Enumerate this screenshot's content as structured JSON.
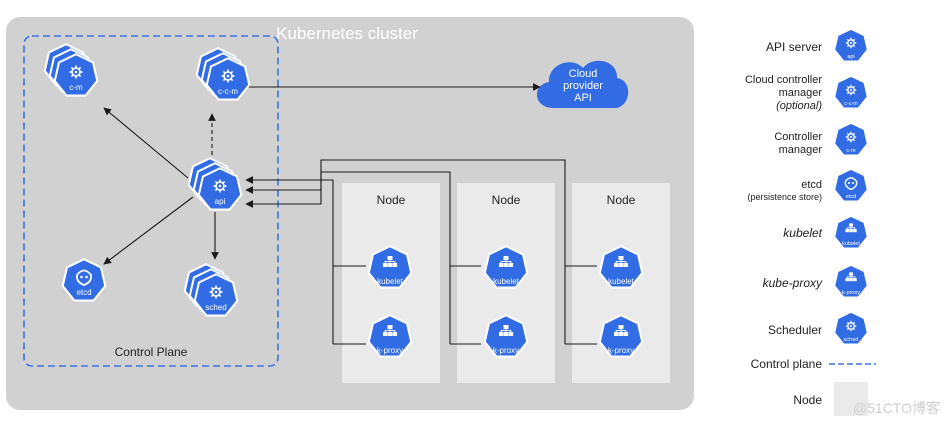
{
  "diagram": {
    "cluster_title": "Kubernetes cluster",
    "control_plane_label": "Control Plane",
    "cloud_label_lines": [
      "Cloud",
      "provider",
      "API"
    ],
    "components": {
      "cm": "c-m",
      "ccm": "c-c-m",
      "api": "api",
      "etcd": "etcd",
      "sched": "sched"
    },
    "nodes": [
      {
        "title": "Node",
        "kubelet": "kubelet",
        "kproxy": "k-proxy"
      },
      {
        "title": "Node",
        "kubelet": "kubelet",
        "kproxy": "k-proxy"
      },
      {
        "title": "Node",
        "kubelet": "kubelet",
        "kproxy": "k-proxy"
      }
    ]
  },
  "legend": {
    "api_server": "API server",
    "ccm_line1": "Cloud controller",
    "ccm_line2": "manager",
    "ccm_line3": "(optional)",
    "cm_line1": "Controller",
    "cm_line2": "manager",
    "etcd_line1": "etcd",
    "etcd_line2": "(persistence store)",
    "kubelet": "kubelet",
    "kube_proxy": "kube-proxy",
    "scheduler": "Scheduler",
    "control_plane": "Control plane",
    "node": "Node",
    "icon_labels": {
      "api": "api",
      "ccm": "c-c-m",
      "cm": "c-m",
      "etcd": "etcd",
      "kubelet": "kubelet",
      "kproxy": "k-proxy",
      "sched": "sched"
    }
  },
  "watermark": "@51CTO博客",
  "colors": {
    "k8s_blue": "#326ce5",
    "cluster_gray": "#d1d1d1",
    "node_gray": "#eaeaea",
    "dashed_border": "#3b73e0"
  }
}
